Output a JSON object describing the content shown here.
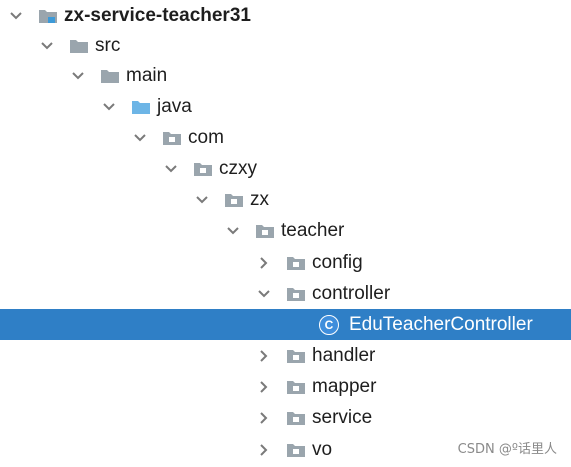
{
  "tree": {
    "root": "zx-service-teacher31",
    "src": "src",
    "main": "main",
    "java": "java",
    "com": "com",
    "czxy": "czxy",
    "zx": "zx",
    "teacher": "teacher",
    "config": "config",
    "controller": "controller",
    "class_file": "EduTeacherController",
    "handler": "handler",
    "mapper": "mapper",
    "service": "service",
    "vo": "vo"
  },
  "class_icon_letter": "C",
  "selected_item": "EduTeacherController",
  "colors": {
    "selection": "#2f7fc6",
    "folder": "#9aa5ad",
    "source_folder": "#6db5e6",
    "chevron": "#7a7a7a"
  },
  "watermark": "CSDN @º话里人"
}
